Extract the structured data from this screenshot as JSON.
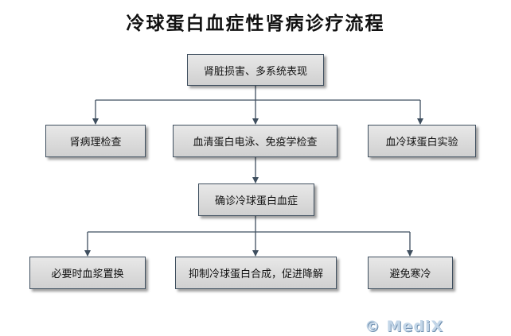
{
  "title": "冷球蛋白血症性肾病诊疗流程",
  "nodes": {
    "root": "肾脏损害、多系统表现",
    "pathology": "肾病理检查",
    "electrophoresis": "血清蛋白电泳、免疫学检查",
    "cryo_test": "血冷球蛋白实验",
    "diagnosis": "确诊冷球蛋白血症",
    "plasma_exchange": "必要时血浆置换",
    "inhibit": "抑制冷球蛋白合成，促进降解",
    "avoid_cold": "避免寒冷"
  },
  "watermark": "© MediX",
  "colors": {
    "box_border": "#3f4f5f",
    "box_fill_top": "#e8e8e8",
    "box_fill_bottom": "#d0d0d0",
    "line": "#3f4f5f",
    "watermark": "#c3d6e8"
  }
}
